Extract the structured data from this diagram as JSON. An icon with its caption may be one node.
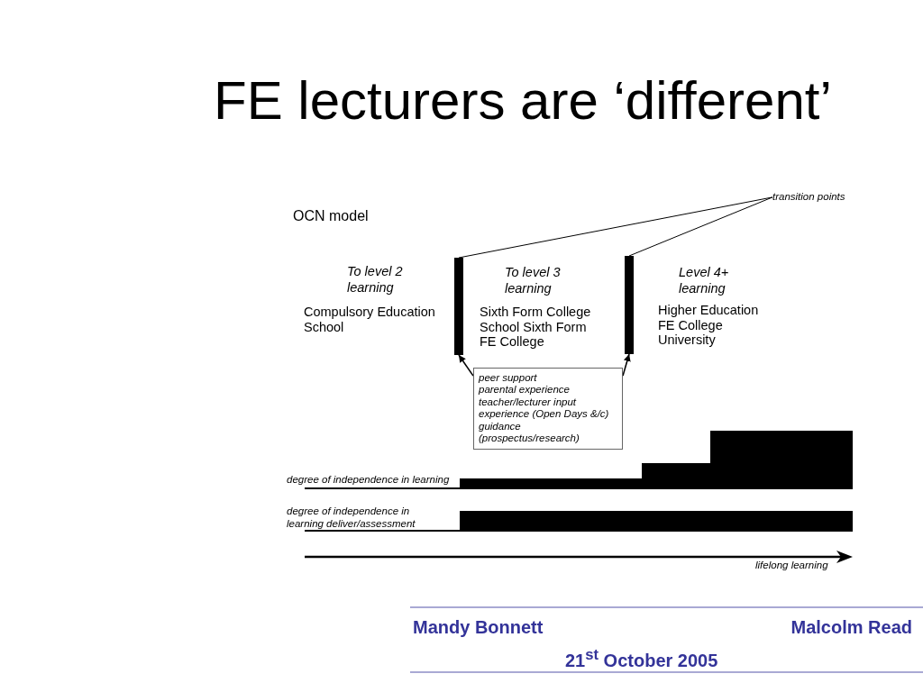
{
  "diagram": {
    "title": "FE lecturers are ‘different’",
    "nodes": [
      {
        "text": [
          "transition points"
        ]
      },
      {
        "text": [],
        "shape": "bar"
      },
      {
        "text": [],
        "shape": "bar"
      },
      {
        "text": [
          "peer support",
          "parental experience",
          "teacher/lecturer input",
          "experience (Open Days &/c)",
          "guidance (prospectus/research)"
        ]
      }
    ],
    "edges": [
      {
        "from": 0,
        "to": 1,
        "arrow": "none"
      },
      {
        "from": 0,
        "to": 2,
        "arrow": "none"
      },
      {
        "from": 3,
        "to": 1,
        "arrow": "to"
      },
      {
        "from": 3,
        "to": 2,
        "arrow": "to"
      }
    ],
    "labels": [
      "OCN model",
      "To level 2 learning",
      "To level 3 learning",
      "Level 4+ learning",
      "Compulsory Education",
      "School",
      "Sixth Form College",
      "School Sixth Form",
      "FE College",
      "Higher Education",
      "FE College",
      "University",
      "degree of independence in learning",
      "degree of independence in learning deliver/assessment",
      "lifelong learning",
      "Mandy Bonnett",
      "Malcolm Read",
      "21$^{st}$ October 2005"
    ]
  }
}
